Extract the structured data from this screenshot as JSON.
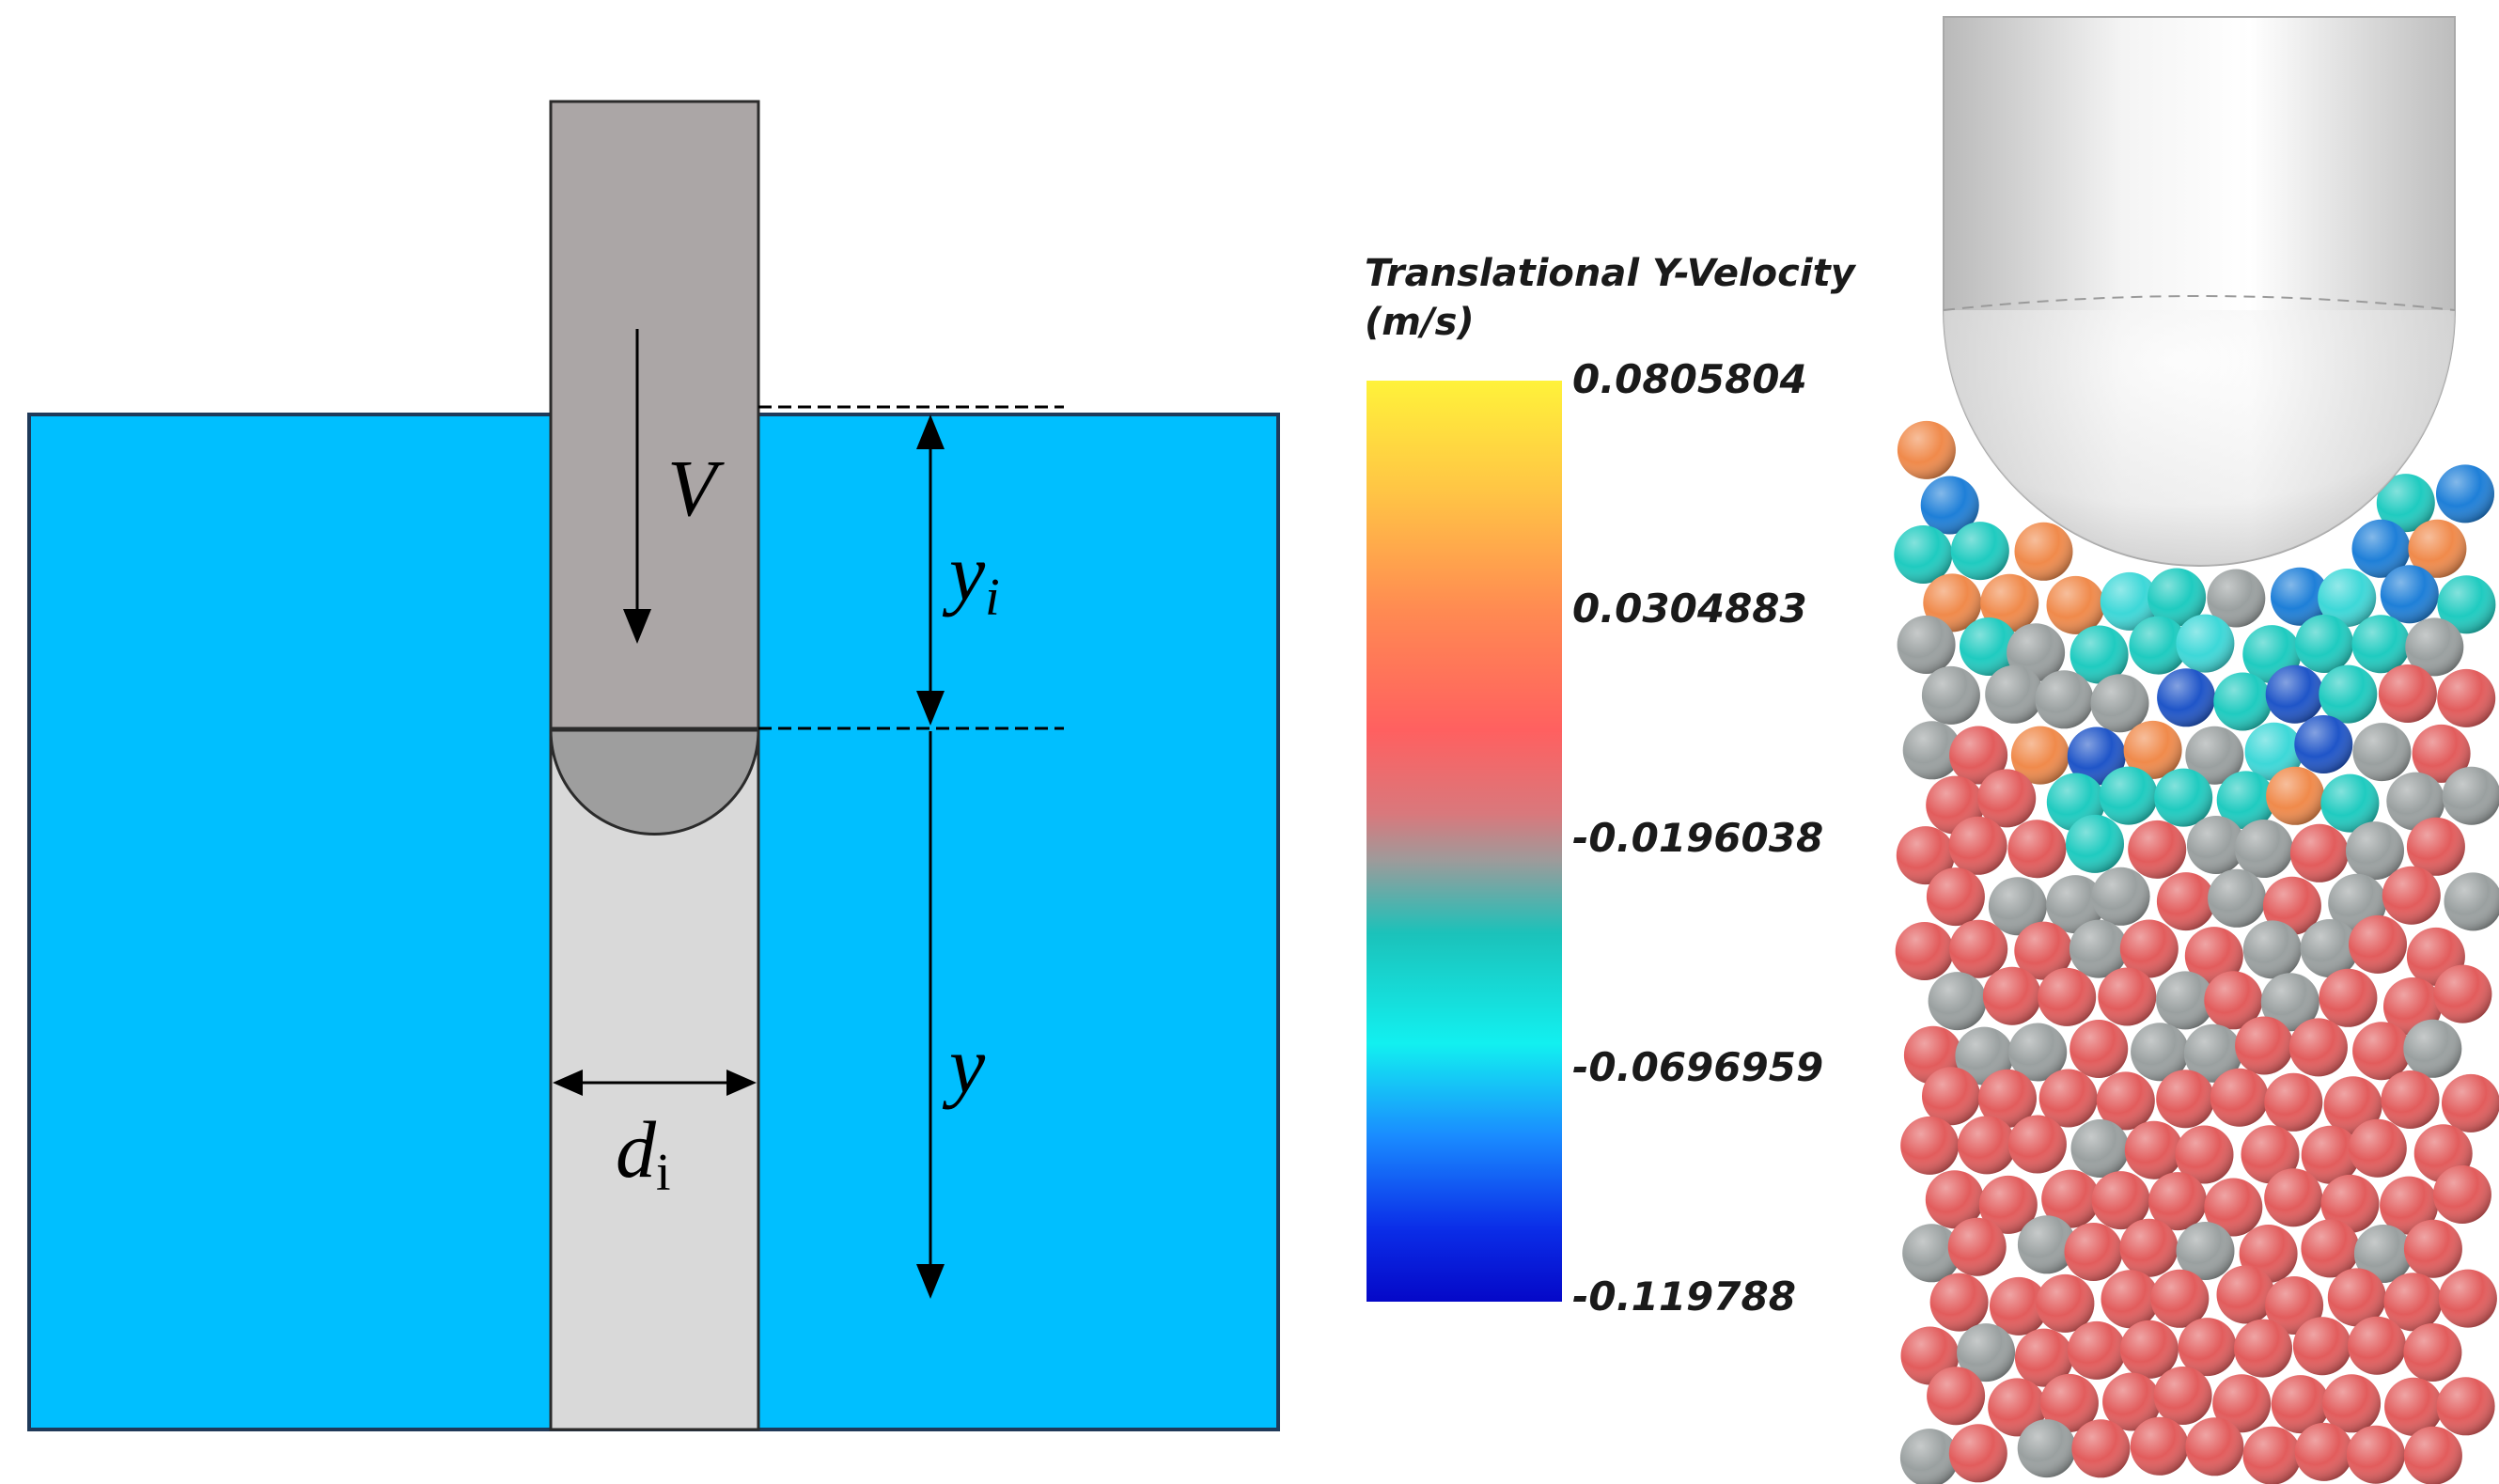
{
  "diagram": {
    "labels": {
      "velocity": "V",
      "penetration_base": "y",
      "penetration_sub": "i",
      "depth": "y",
      "diameter_base": "d",
      "diameter_sub": "i"
    },
    "colors": {
      "granular_bed": "#00bfff",
      "indenter": "#aba6a6",
      "indenter_tip": "#9e9e9e",
      "bore": "#d9d9d9",
      "outline": "#2b2b2b"
    },
    "icons": [
      "down-arrow",
      "double-arrow"
    ]
  },
  "colorbar": {
    "title_line1": "Translational Y-Velocity",
    "title_line2": "(m/s)",
    "ticks": [
      "0.0805804",
      "0.0304883",
      "-0.0196038",
      "-0.0696959",
      "-0.119788"
    ],
    "gradient": [
      "#fff23a",
      "#ffb44a",
      "#ff6f55",
      "#f5626a",
      "#9f9a9a",
      "#12cbc4",
      "#14f0f0",
      "#1a8cff",
      "#0a1ee6",
      "#050ad0"
    ]
  },
  "simulation": {
    "particle_colors": {
      "red": "#e25c5c",
      "grey": "#9aa0a0",
      "teal": "#1fcbc0",
      "cyan": "#3dd8d8",
      "orange": "#f08a4b",
      "blue": "#1e7fd8",
      "darkblue": "#1f55c8"
    },
    "probe_color": "#e6e6e6"
  }
}
